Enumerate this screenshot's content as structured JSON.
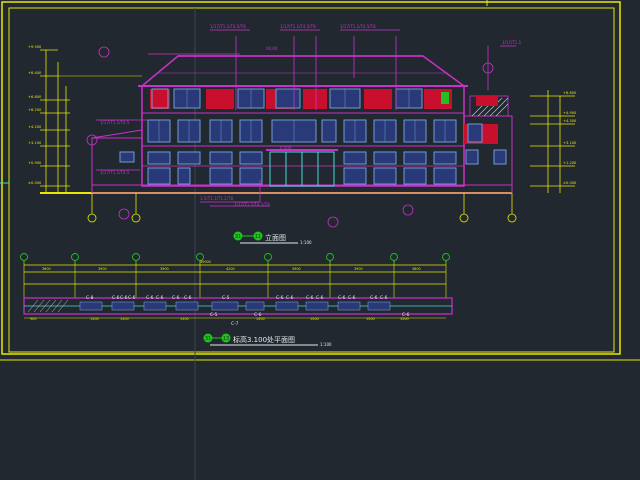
{
  "drawing": {
    "colors": {
      "background": "#212830",
      "frame": "#e8e800",
      "wall": "#c832c8",
      "window_blue": "#6e9bd8",
      "window_fill": "#2a3a78",
      "red_panel": "#c8102e",
      "dim_yellow": "#d8d800",
      "axis_green": "#22c122",
      "cyan": "#4ad6d6",
      "white": "#e8e8e8"
    },
    "elevation": {
      "title": "立面图",
      "axis_from": "31",
      "axis_to": "11",
      "scale": "1:100"
    },
    "plan": {
      "title": "标高3.100处平面图",
      "axis_from": "31",
      "axis_to": "13",
      "scale": "1:100",
      "labels": [
        "C-8",
        "C-6",
        "C-6",
        "C-6",
        "C-6",
        "C-6",
        "C-6",
        "C-6",
        "C-5",
        "C-6",
        "C-6",
        "C-6",
        "C-6",
        "C-6",
        "C-6",
        "C-6",
        "C-6",
        "C-7",
        "C-5",
        "C-6",
        "C-6"
      ]
    }
  }
}
